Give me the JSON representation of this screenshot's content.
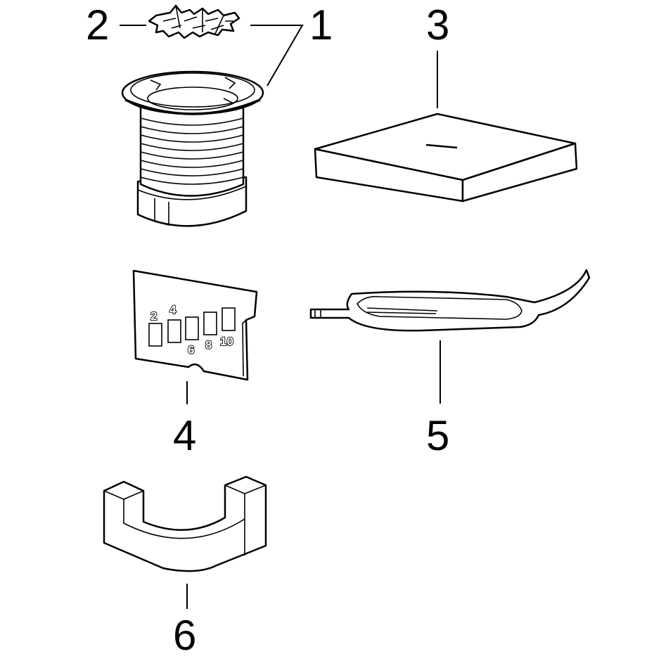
{
  "callouts": {
    "c1": "1",
    "c2": "2",
    "c3": "3",
    "c4": "4",
    "c5": "5",
    "c6": "6"
  },
  "gauge_marks": {
    "m2": "2",
    "m4": "4",
    "m6": "6",
    "m8": "8",
    "m10": "10"
  },
  "colors": {
    "stroke": "#000000",
    "background": "#ffffff"
  }
}
